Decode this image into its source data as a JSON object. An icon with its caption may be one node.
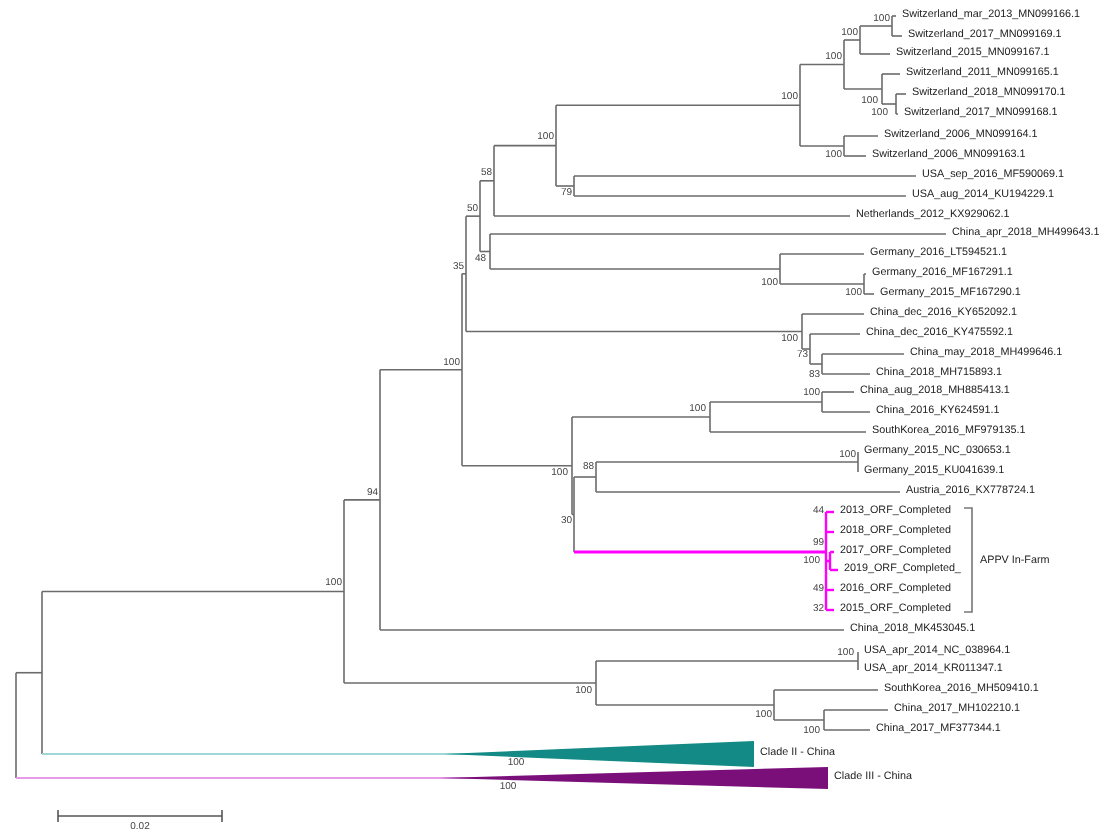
{
  "diagram": {
    "labels": [
      "Switzerland_mar_2013_MN099166.1",
      "Switzerland_2017_MN099169.1",
      "Switzerland_2015_MN099167.1",
      "Switzerland_2011_MN099165.1",
      "Switzerland_2018_MN099170.1",
      "Switzerland_2017_MN099168.1",
      "Switzerland_2006_MN099164.1",
      "Switzerland_2006_MN099163.1",
      "USA_sep_2016_MF590069.1",
      "USA_aug_2014_KU194229.1",
      "Netherlands_2012_KX929062.1",
      "China_apr_2018_MH499643.1",
      "Germany_2016_LT594521.1",
      "Germany_2016_MF167291.1",
      "Germany_2015_MF167290.1",
      "China_dec_2016_KY652092.1",
      "China_dec_2016_KY475592.1",
      "China_may_2018_MH499646.1",
      "China_2018_MH715893.1",
      "China_aug_2018_MH885413.1",
      "China_2016_KY624591.1",
      "SouthKorea_2016_MF979135.1",
      "Germany_2015_NC_030653.1",
      "Germany_2015_KU041639.1",
      "Austria_2016_KX778724.1",
      "2013_ORF_Completed",
      "2018_ORF_Completed",
      "2017_ORF_Completed",
      "2019_ORF_Completed_",
      "2016_ORF_Completed",
      "2015_ORF_Completed",
      "China_2018_MK453045.1",
      "USA_apr_2014_NC_038964.1",
      "USA_apr_2014_KR011347.1",
      "SouthKorea_2016_MH509410.1",
      "China_2017_MH102210.1",
      "China_2017_MF377344.1",
      "100",
      "100",
      "100",
      "100",
      "100",
      "100",
      "100",
      "100",
      "58",
      "79",
      "50",
      "48",
      "35",
      "100",
      "100",
      "100",
      "73",
      "100",
      "83",
      "100",
      "100",
      "100",
      "88",
      "100",
      "94",
      "44",
      "30",
      "99",
      "100",
      "100",
      "49",
      "32",
      "100",
      "100",
      "100",
      "100",
      "100",
      "100",
      "Clade II - China",
      "Clade III - China",
      "APPV In-Farm",
      "0.02"
    ]
  }
}
